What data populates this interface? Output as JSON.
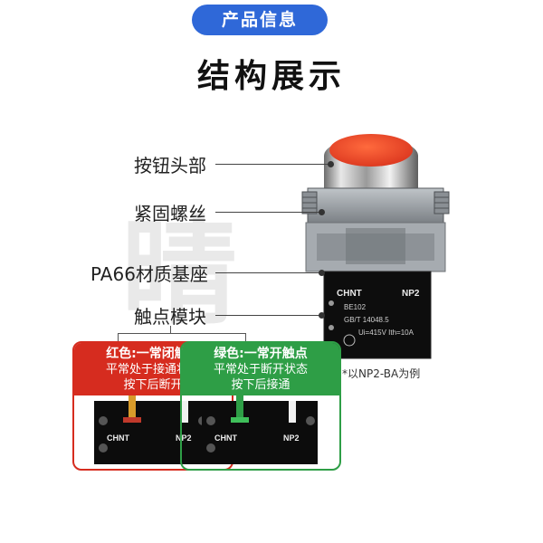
{
  "header": {
    "badge": "产品信息",
    "title": "结构展示"
  },
  "watermark": {
    "text": "晴"
  },
  "labels": {
    "button_head": "按钮头部",
    "screw": "紧固螺丝",
    "base": "PA66材质基座",
    "contact": "触点模块"
  },
  "module_text": {
    "brand": "CHNT",
    "series": "NP2",
    "model": "BE102",
    "standard": "GB/T 14048.5",
    "rating": "Ui=415V  Ith=10A"
  },
  "cards": {
    "red": {
      "title": "红色:一常闭触点",
      "line1": "平常处于接通状态",
      "line2": "按下后断开"
    },
    "green": {
      "title": "绿色:一常开触点",
      "line1": "平常处于断开状态",
      "line2": "按下后接通"
    }
  },
  "note": "*以NP2-BA为例",
  "colors": {
    "blue": "#2f68d8",
    "red": "#d62c1f",
    "green": "#2e9e46",
    "button": "#e6412a"
  }
}
